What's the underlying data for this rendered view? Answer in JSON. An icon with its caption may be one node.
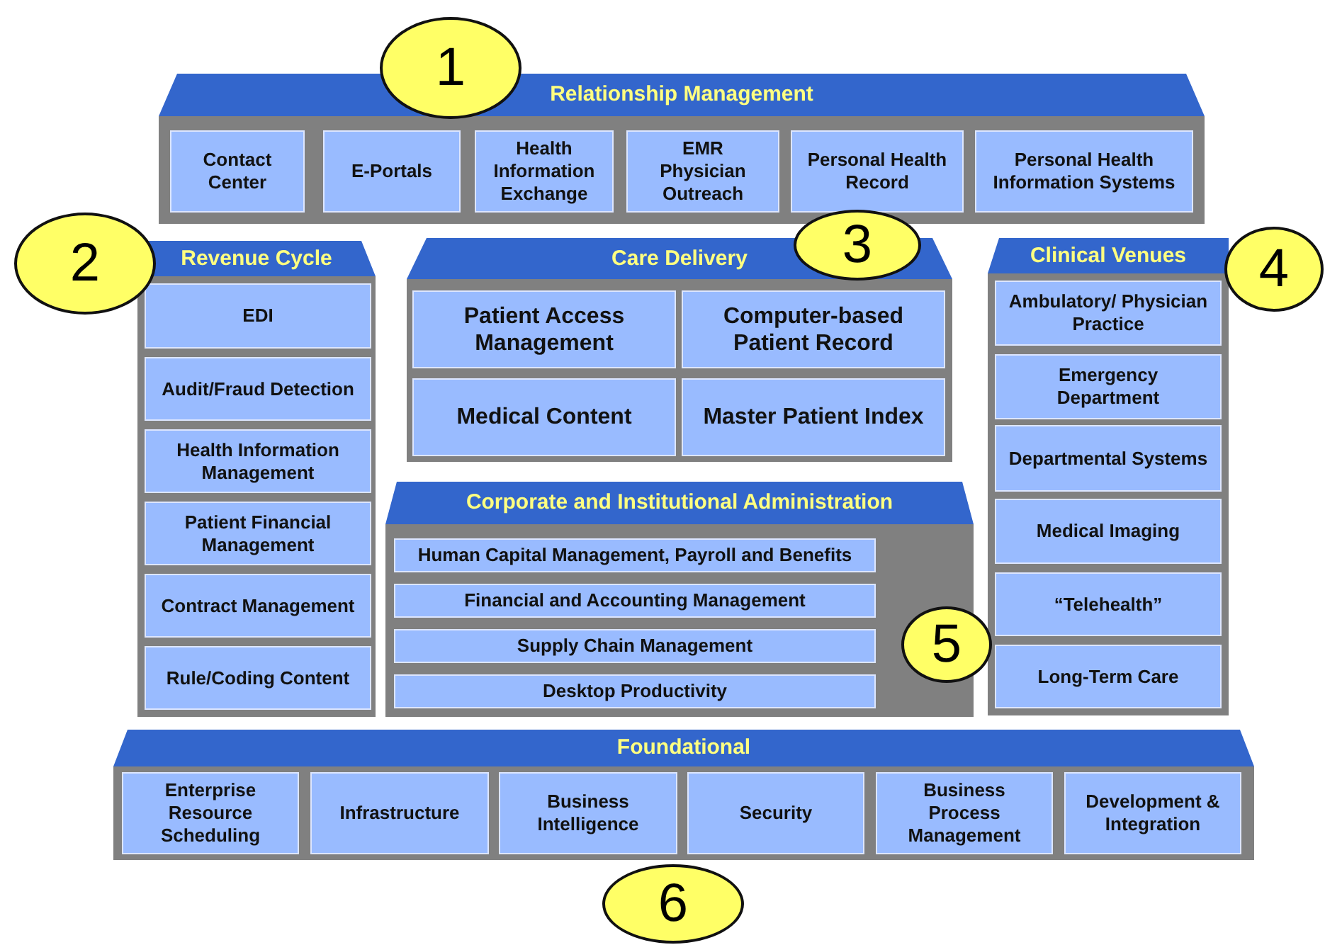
{
  "diagram": {
    "nodes": [
      {
        "text": [
          "1"
        ]
      },
      {
        "text": [
          "Relationship Management"
        ]
      },
      {
        "text": [
          "Contact Center"
        ],
        "in": 1
      },
      {
        "text": [
          "E-Portals"
        ],
        "in": 1
      },
      {
        "text": [
          "Health Information Exchange"
        ],
        "in": 1
      },
      {
        "text": [
          "EMR Physician Outreach"
        ],
        "in": 1
      },
      {
        "text": [
          "Personal Health Record"
        ],
        "in": 1
      },
      {
        "text": [
          "Personal Health Information Systems"
        ],
        "in": 1
      },
      {
        "text": [
          "2"
        ]
      },
      {
        "text": [
          "Revenue Cycle"
        ]
      },
      {
        "text": [
          "EDI"
        ],
        "in": 9
      },
      {
        "text": [
          "Audit/Fraud Detection"
        ],
        "in": 9
      },
      {
        "text": [
          "Health Information Management"
        ],
        "in": 9
      },
      {
        "text": [
          "Patient Financial Management"
        ],
        "in": 9
      },
      {
        "text": [
          "Contract Management"
        ],
        "in": 9
      },
      {
        "text": [
          "Rule/Coding Content"
        ],
        "in": 9
      },
      {
        "text": [
          "Care Delivery"
        ]
      },
      {
        "text": [
          "Patient Access Management"
        ],
        "in": 16
      },
      {
        "text": [
          "Computer-based Patient Record"
        ],
        "in": 16
      },
      {
        "text": [
          "Medical Content"
        ],
        "in": 16
      },
      {
        "text": [
          "Master Patient Index"
        ],
        "in": 16
      },
      {
        "text": [
          "3"
        ]
      },
      {
        "text": [
          "4"
        ]
      },
      {
        "text": [
          "Clinical Venues"
        ]
      },
      {
        "text": [
          "Ambulatory/ Physician Practice"
        ],
        "in": 23
      },
      {
        "text": [
          "Emergency Department"
        ],
        "in": 23
      },
      {
        "text": [
          "Departmental Systems"
        ],
        "in": 23
      },
      {
        "text": [
          "Medical Imaging"
        ],
        "in": 23
      },
      {
        "text": [
          "“Telehealth”"
        ],
        "in": 23
      },
      {
        "text": [
          "Long-Term Care"
        ],
        "in": 23
      },
      {
        "text": [
          "Corporate and Institutional Administration"
        ]
      },
      {
        "text": [
          "Human Capital Management, Payroll and Benefits"
        ],
        "in": 30
      },
      {
        "text": [
          "Financial and Accounting Management"
        ],
        "in": 30
      },
      {
        "text": [
          "Supply Chain Management"
        ],
        "in": 30
      },
      {
        "text": [
          "Desktop Productivity"
        ],
        "in": 30
      },
      {
        "text": [
          "5"
        ]
      },
      {
        "text": [
          "Foundational"
        ]
      },
      {
        "text": [
          "Enterprise Resource Scheduling"
        ],
        "in": 36
      },
      {
        "text": [
          "Infrastructure"
        ],
        "in": 36
      },
      {
        "text": [
          "Business Intelligence"
        ],
        "in": 36
      },
      {
        "text": [
          "Security"
        ],
        "in": 36
      },
      {
        "text": [
          "Business Process Management"
        ],
        "in": 36
      },
      {
        "text": [
          "Development & Integration"
        ],
        "in": 36
      },
      {
        "text": [
          "6"
        ]
      }
    ]
  }
}
